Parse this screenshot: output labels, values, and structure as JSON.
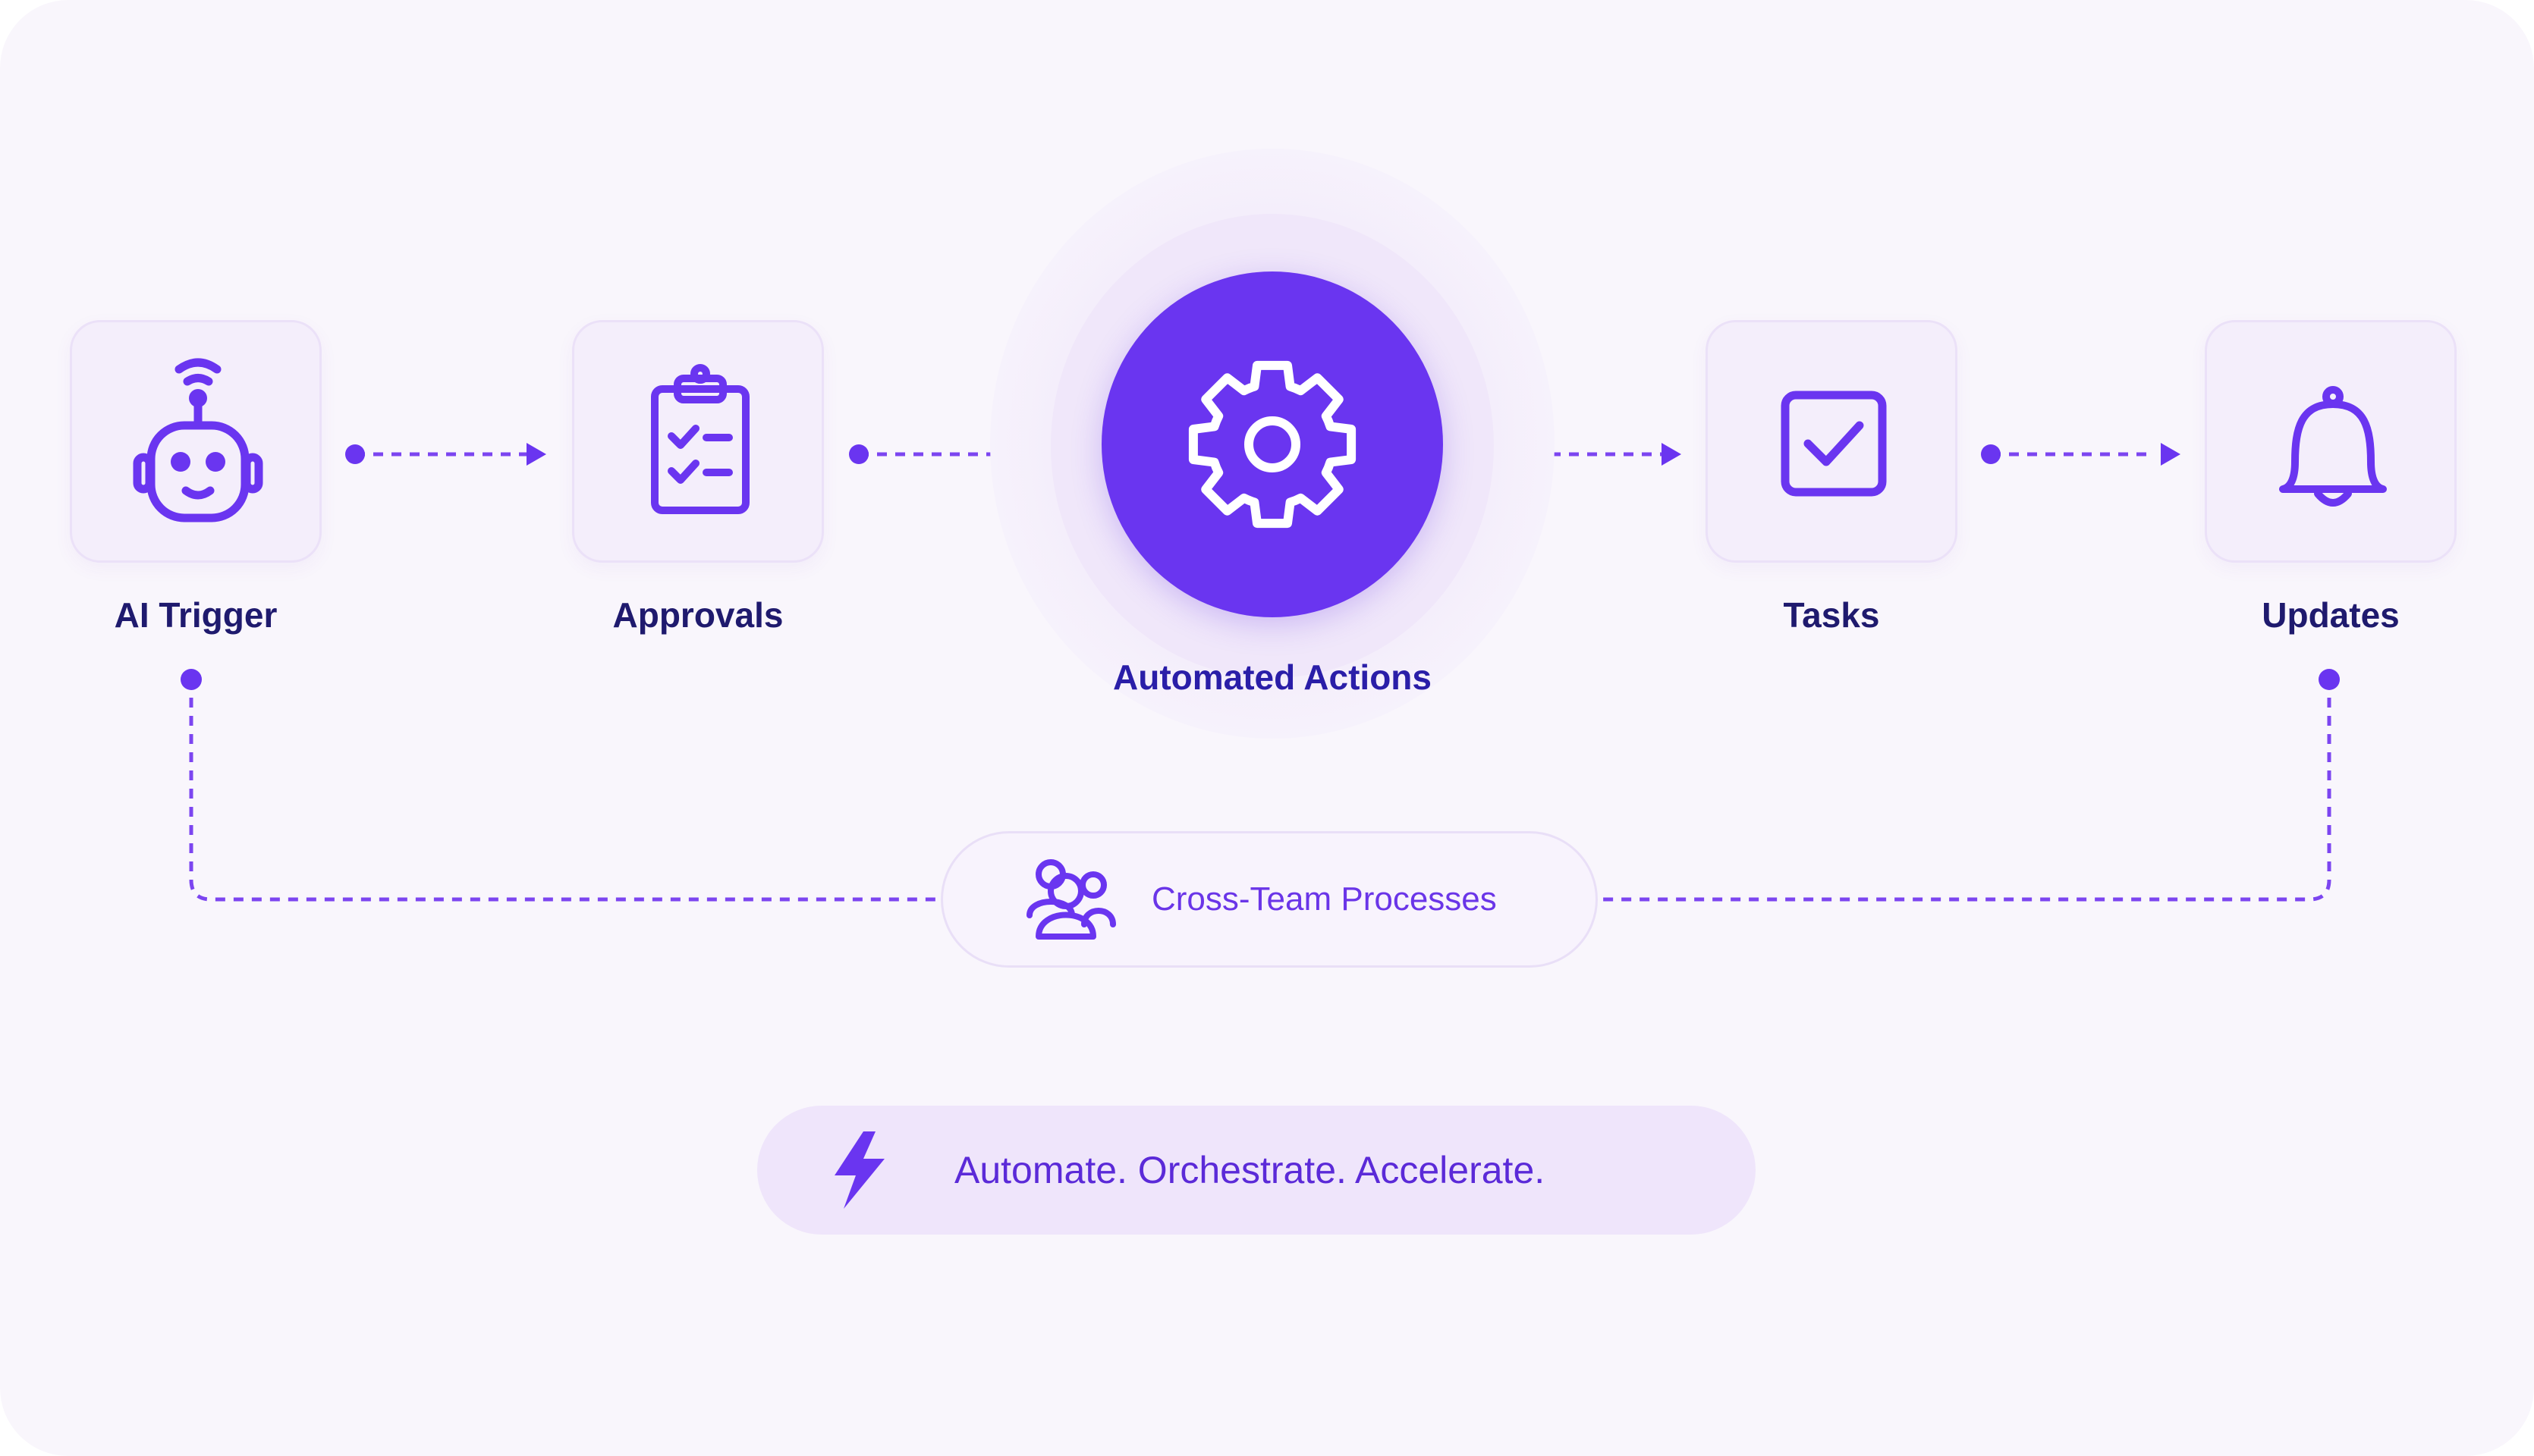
{
  "nodes": {
    "ai_trigger": {
      "label": "AI Trigger",
      "icon": "robot-icon"
    },
    "approvals": {
      "label": "Approvals",
      "icon": "clipboard-checklist-icon"
    },
    "automated_actions": {
      "label": "Automated Actions",
      "icon": "gear-icon"
    },
    "tasks": {
      "label": "Tasks",
      "icon": "checkbox-icon"
    },
    "updates": {
      "label": "Updates",
      "icon": "bell-icon"
    }
  },
  "cross_team": {
    "label": "Cross-Team Processes",
    "icon": "team-icon"
  },
  "tagline": {
    "label": "Automate. Orchestrate. Accelerate.",
    "icon": "lightning-icon"
  },
  "colors": {
    "accent": "#6a35f0",
    "label_text": "#1f1a6e",
    "card_background": "#f4eefb",
    "page_background": "#f9f6fc"
  }
}
